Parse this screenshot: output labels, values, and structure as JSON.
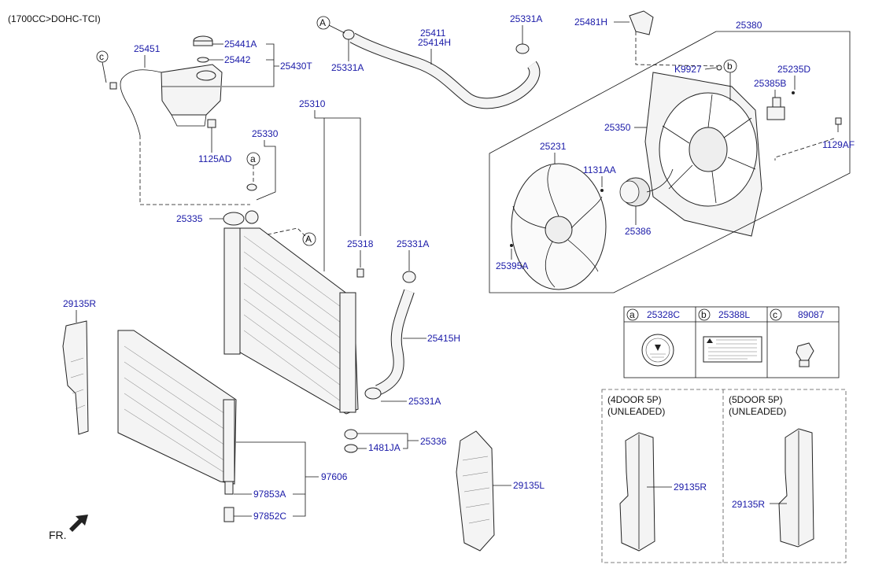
{
  "header": {
    "engine_spec": "(1700CC>DOHC-TCI)"
  },
  "callouts": {
    "A": "A",
    "b": "b",
    "c": "c",
    "a": "a"
  },
  "parts": {
    "p25451": "25451",
    "p25441A": "25441A",
    "p25442": "25442",
    "p25430T": "25430T",
    "p1125AD": "1125AD",
    "p25331A_top": "25331A",
    "p25331A_top2": "25331A",
    "p25411": "25411",
    "p25414H": "25414H",
    "p25481H": "25481H",
    "p25380": "25380",
    "pK9927": "K9927",
    "p25235D": "25235D",
    "p25385B": "25385B",
    "p25310": "25310",
    "p25330": "25330",
    "p25350": "25350",
    "p1129AF": "1129AF",
    "p25231": "25231",
    "p1131AA": "1131AA",
    "p25335": "25335",
    "p25318": "25318",
    "p25331A_mid": "25331A",
    "p25386": "25386",
    "p25395A": "25395A",
    "p29135R_left": "29135R",
    "p25415H": "25415H",
    "p25331A_low": "25331A",
    "p25336": "25336",
    "p1481JA": "1481JA",
    "p29135L": "29135L",
    "p97606": "97606",
    "p97853A": "97853A",
    "p97852C": "97852C",
    "p29135R_4d": "29135R",
    "p29135R_5d": "29135R"
  },
  "legend_table": {
    "cols": [
      {
        "letter": "a",
        "part": "25328C"
      },
      {
        "letter": "b",
        "part": "25388L"
      },
      {
        "letter": "c",
        "part": "89087"
      }
    ]
  },
  "variants": {
    "four_door_line1": "(4DOOR 5P)",
    "four_door_line2": "(UNLEADED)",
    "five_door_line1": "(5DOOR 5P)",
    "five_door_line2": "(UNLEADED)"
  },
  "footer": {
    "front_indicator": "FR."
  }
}
